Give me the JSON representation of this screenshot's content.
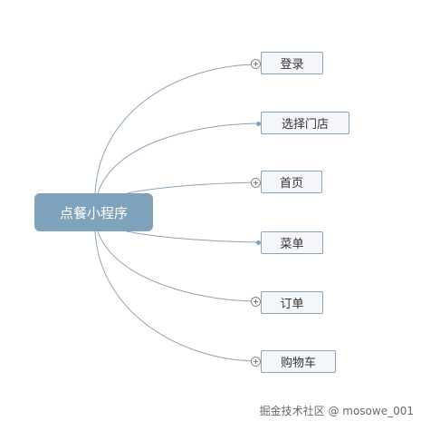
{
  "mindmap": {
    "root": {
      "label": "点餐小程序"
    },
    "branches": [
      {
        "label": "登录",
        "marker": "expand-plus"
      },
      {
        "label": "选择门店",
        "marker": "dot"
      },
      {
        "label": "首页",
        "marker": "expand-plus"
      },
      {
        "label": "菜单",
        "marker": "dot"
      },
      {
        "label": "订单",
        "marker": "expand-plus"
      },
      {
        "label": "购物车",
        "marker": "expand-plus"
      }
    ],
    "connector_color": "#8aa4bb",
    "root_color": "#7fa3bd"
  },
  "watermark": {
    "text": "掘金技术社区 @ mosowe_001"
  }
}
